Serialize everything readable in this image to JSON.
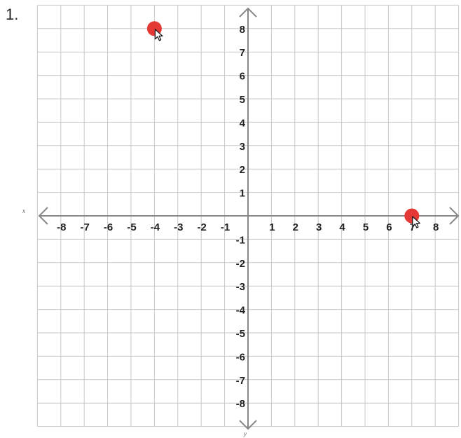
{
  "problem": {
    "number": "1."
  },
  "chart_data": {
    "type": "scatter",
    "title": "",
    "xlabel": "x",
    "ylabel": "y",
    "xlim": [
      -8,
      8
    ],
    "ylim": [
      -8,
      8
    ],
    "grid": true,
    "x_ticks": [
      "-8",
      "-7",
      "-6",
      "-5",
      "-4",
      "-3",
      "-2",
      "-1",
      "1",
      "2",
      "3",
      "4",
      "5",
      "6",
      "7",
      "8"
    ],
    "y_ticks": [
      "8",
      "7",
      "6",
      "5",
      "4",
      "3",
      "2",
      "1",
      "-1",
      "-2",
      "-3",
      "-4",
      "-5",
      "-6",
      "-7",
      "-8"
    ],
    "points": [
      {
        "x": -4,
        "y": 8
      },
      {
        "x": 7,
        "y": 0
      }
    ],
    "point_color": "#e53935"
  }
}
